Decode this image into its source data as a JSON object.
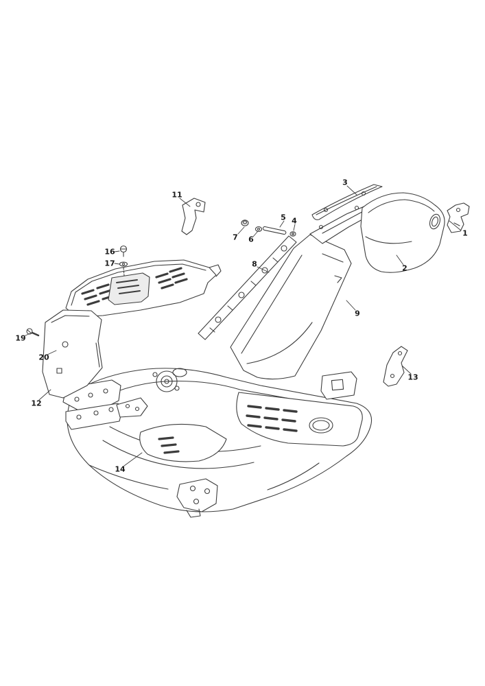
{
  "diagram": {
    "background_color": "#ffffff",
    "line_color": "#3c3c3c",
    "callouts": [
      {
        "label": "1"
      },
      {
        "label": "2"
      },
      {
        "label": "3"
      },
      {
        "label": "4"
      },
      {
        "label": "5"
      },
      {
        "label": "6"
      },
      {
        "label": "7"
      },
      {
        "label": "8"
      },
      {
        "label": "9"
      },
      {
        "label": "11"
      },
      {
        "label": "12"
      },
      {
        "label": "13"
      },
      {
        "label": "14"
      },
      {
        "label": "16"
      },
      {
        "label": "17"
      },
      {
        "label": "19"
      },
      {
        "label": "20"
      }
    ]
  }
}
